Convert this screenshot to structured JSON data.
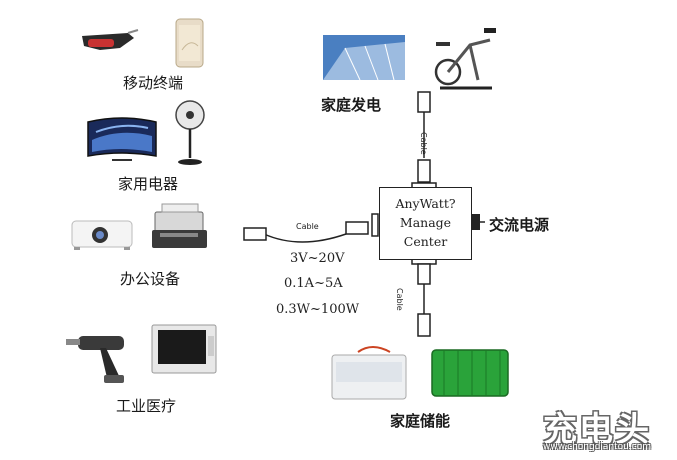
{
  "categories": {
    "mobile": "移动终端",
    "appliances": "家用电器",
    "office": "办公设备",
    "industrial": "工业医疗"
  },
  "power": {
    "generation": "家庭发电",
    "ac": "交流电源",
    "storage": "家庭储能"
  },
  "hub": {
    "line1": "AnyWatt?",
    "line2": "Manage",
    "line3": "Center"
  },
  "cables": {
    "top": "Cable",
    "left": "Cable",
    "bottom": "Cable"
  },
  "specs": {
    "voltage": "3V~20V",
    "current": "0.1A~5A",
    "power": "0.3W~100W"
  },
  "watermark": {
    "brand": "充电头",
    "url": "www.chongdiantou.com"
  },
  "icons": [
    "vr-glasses-icon",
    "smartphone-icon",
    "curved-tv-icon",
    "standing-fan-icon",
    "projector-icon",
    "printer-icon",
    "power-drill-icon",
    "medical-monitor-icon",
    "skyscraper-icon",
    "exercise-bike-icon",
    "battery-box-icon",
    "battery-pack-icon",
    "connector-plug-icon"
  ],
  "colors": {
    "line": "#222222",
    "battery_green": "#2aa33a",
    "sky_blue": "#4a7fc1"
  }
}
